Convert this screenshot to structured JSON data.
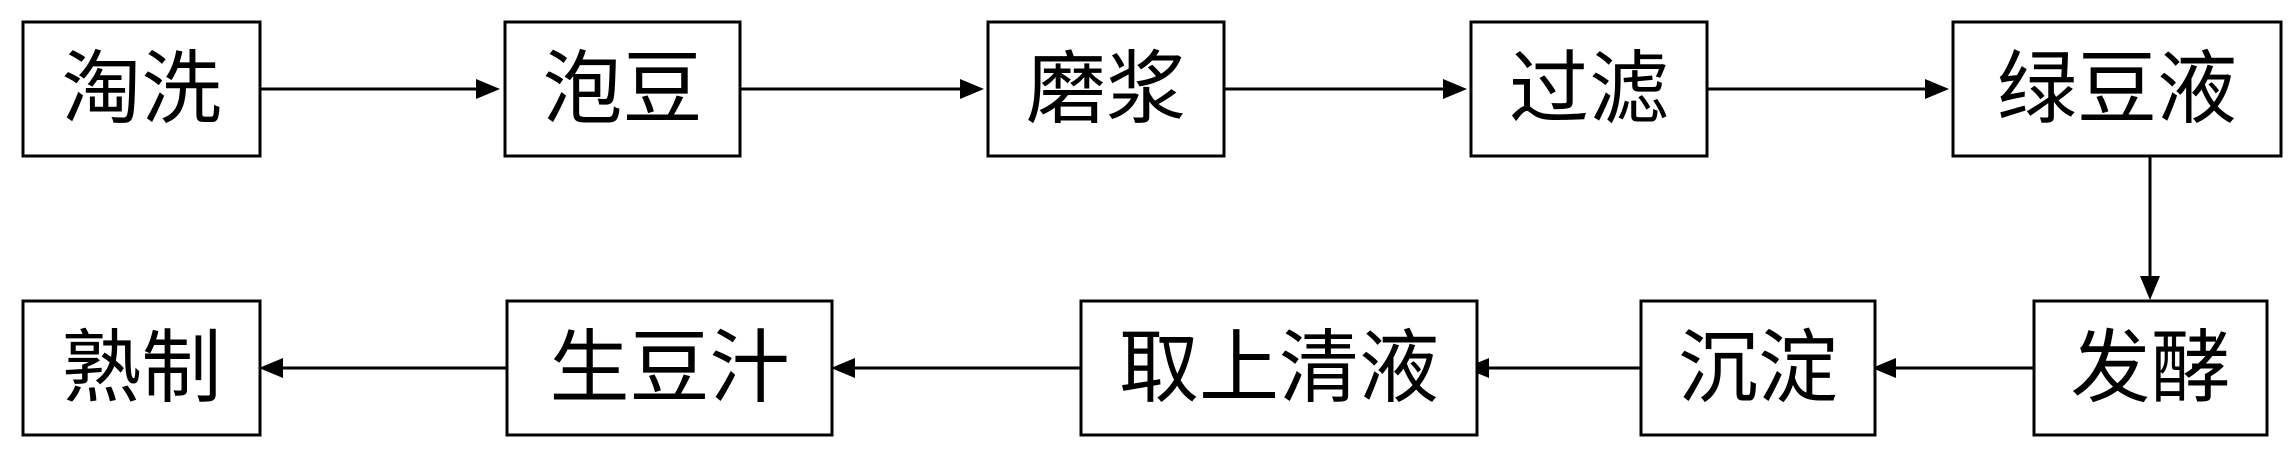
{
  "diagram": {
    "type": "flowchart",
    "line_color": "#000000",
    "box_fill": "#ffffff",
    "steps": [
      {
        "id": "s1",
        "label": "淘洗"
      },
      {
        "id": "s2",
        "label": "泡豆"
      },
      {
        "id": "s3",
        "label": "磨浆"
      },
      {
        "id": "s4",
        "label": "过滤"
      },
      {
        "id": "s5",
        "label": "绿豆液"
      },
      {
        "id": "s6",
        "label": "发酵"
      },
      {
        "id": "s7",
        "label": "沉淀"
      },
      {
        "id": "s8",
        "label": "取上清液"
      },
      {
        "id": "s9",
        "label": "生豆汁"
      },
      {
        "id": "s10",
        "label": "熟制"
      }
    ],
    "connections": [
      {
        "from": "s1",
        "to": "s2"
      },
      {
        "from": "s2",
        "to": "s3"
      },
      {
        "from": "s3",
        "to": "s4"
      },
      {
        "from": "s4",
        "to": "s5"
      },
      {
        "from": "s5",
        "to": "s6"
      },
      {
        "from": "s6",
        "to": "s7"
      },
      {
        "from": "s7",
        "to": "s8"
      },
      {
        "from": "s8",
        "to": "s9"
      },
      {
        "from": "s9",
        "to": "s10"
      }
    ]
  }
}
